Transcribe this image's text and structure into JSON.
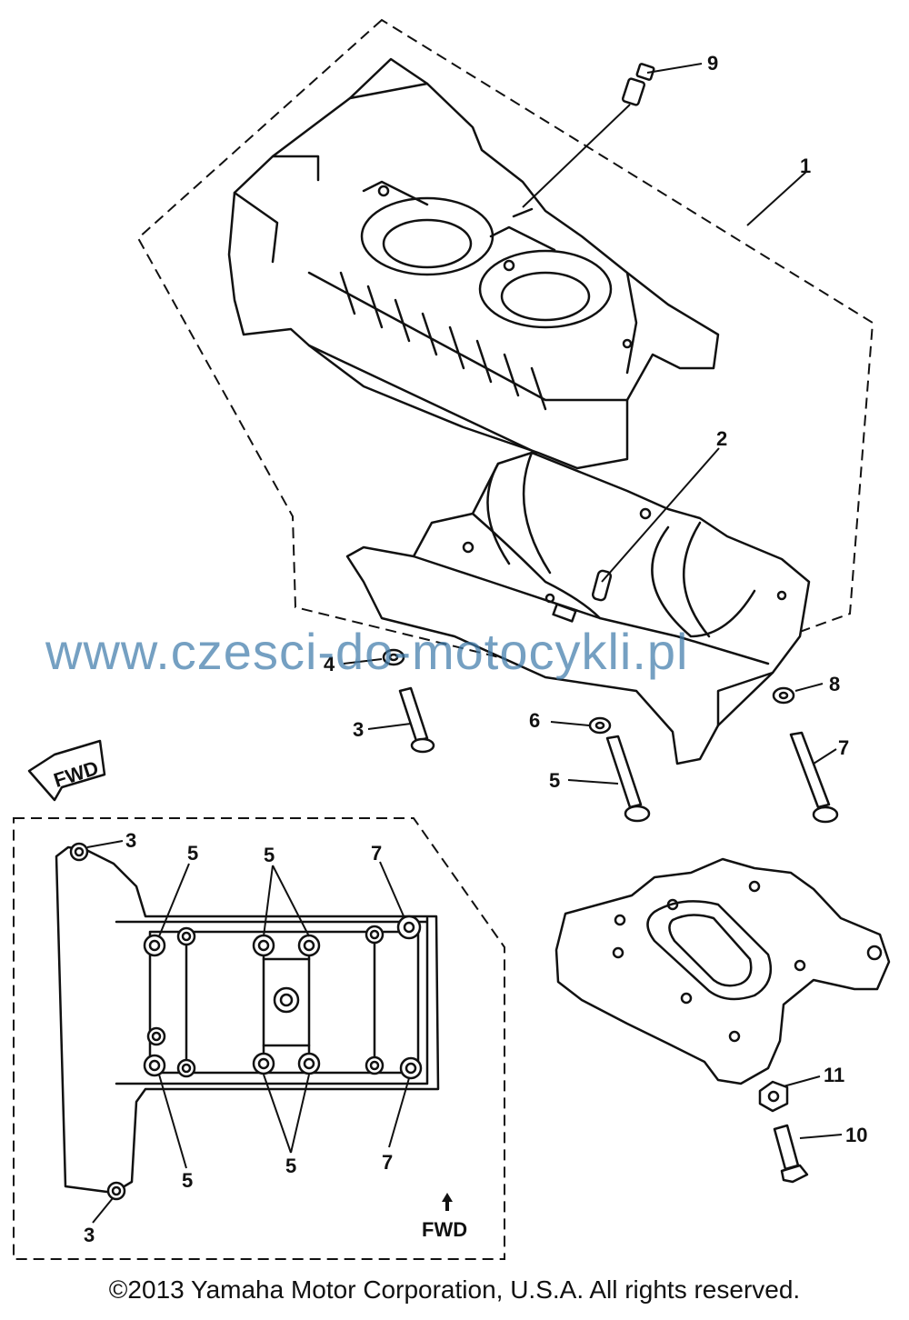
{
  "diagram": {
    "callouts": {
      "c1": "1",
      "c2": "2",
      "c3": "3",
      "c4": "4",
      "c5": "5",
      "c6": "6",
      "c7": "7",
      "c8": "8",
      "c9": "9",
      "c10": "10",
      "c11": "11"
    },
    "inset_callouts": {
      "i3_top": "3",
      "i5_a": "5",
      "i5_b": "5",
      "i7_top": "7",
      "i5_c": "5",
      "i5_d": "5",
      "i7_bot": "7",
      "i3_bot": "3"
    },
    "fwd_tag": "FWD",
    "fwd_inset": "FWD"
  },
  "watermark": "www.czesci-do-motocykli.pl",
  "copyright": "©2013 Yamaha Motor Corporation, U.S.A. All rights reserved."
}
